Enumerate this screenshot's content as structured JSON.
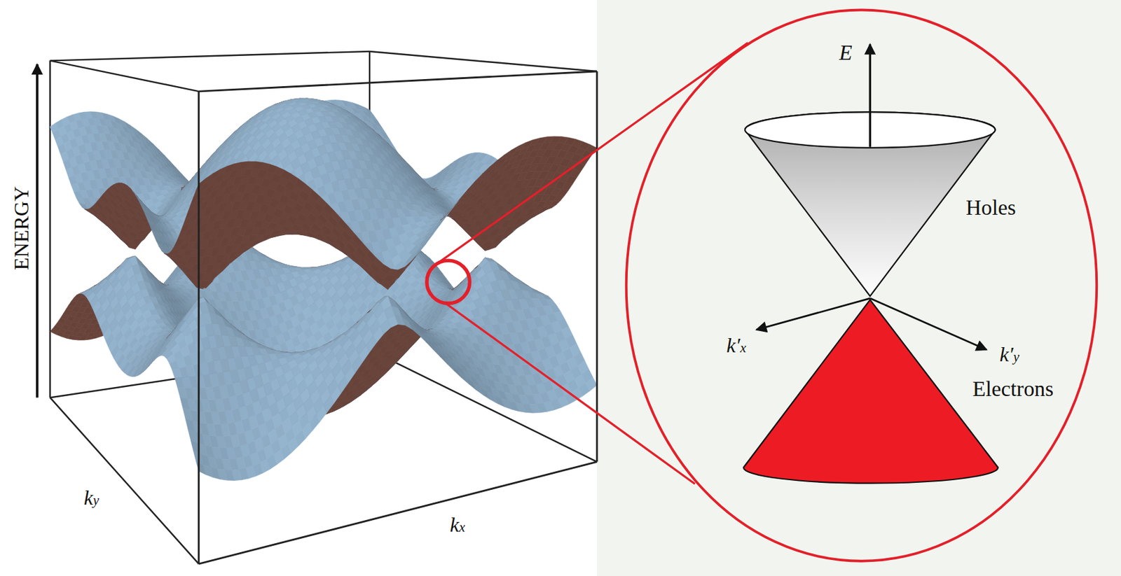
{
  "diagram": {
    "labels": [
      "ENERGY",
      "ky",
      "kx",
      "E",
      "Holes",
      "k′x",
      "k′y",
      "Electrons"
    ]
  }
}
